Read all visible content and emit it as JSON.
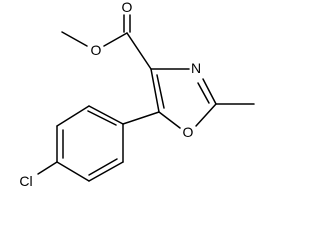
{
  "molecule": {
    "atoms": {
      "carbonyl_oxygen": "O",
      "ester_oxygen": "O",
      "ring_nitrogen": "N",
      "ring_oxygen": "O",
      "chlorine": "Cl"
    }
  }
}
